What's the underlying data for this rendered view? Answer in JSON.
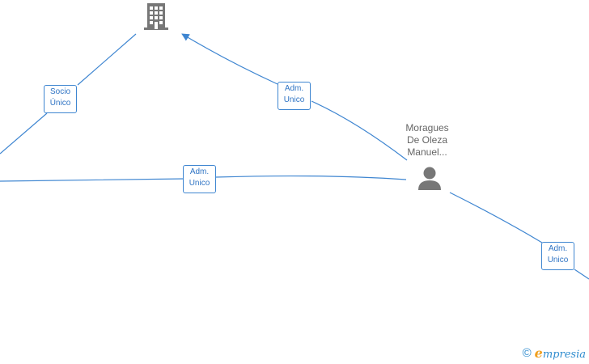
{
  "nodes": {
    "company": {
      "icon": "building-icon"
    },
    "person": {
      "icon": "person-icon",
      "name_lines": [
        "Moragues",
        "De Oleza",
        "Manuel..."
      ]
    }
  },
  "edges": [
    {
      "id": "socio-unico",
      "lines": [
        "Socio",
        "Único"
      ]
    },
    {
      "id": "adm-unico-company",
      "lines": [
        "Adm.",
        "Unico"
      ]
    },
    {
      "id": "adm-unico-left",
      "lines": [
        "Adm.",
        "Unico"
      ]
    },
    {
      "id": "adm-unico-right",
      "lines": [
        "Adm.",
        "Unico"
      ]
    }
  ],
  "colors": {
    "edge": "#3f86d1",
    "icon": "#777777",
    "brand_blue": "#2f8ccf",
    "brand_orange": "#f0a020"
  },
  "footer": {
    "copyright_symbol": "©",
    "brand_initial": "e",
    "brand_rest": "mpresia"
  }
}
